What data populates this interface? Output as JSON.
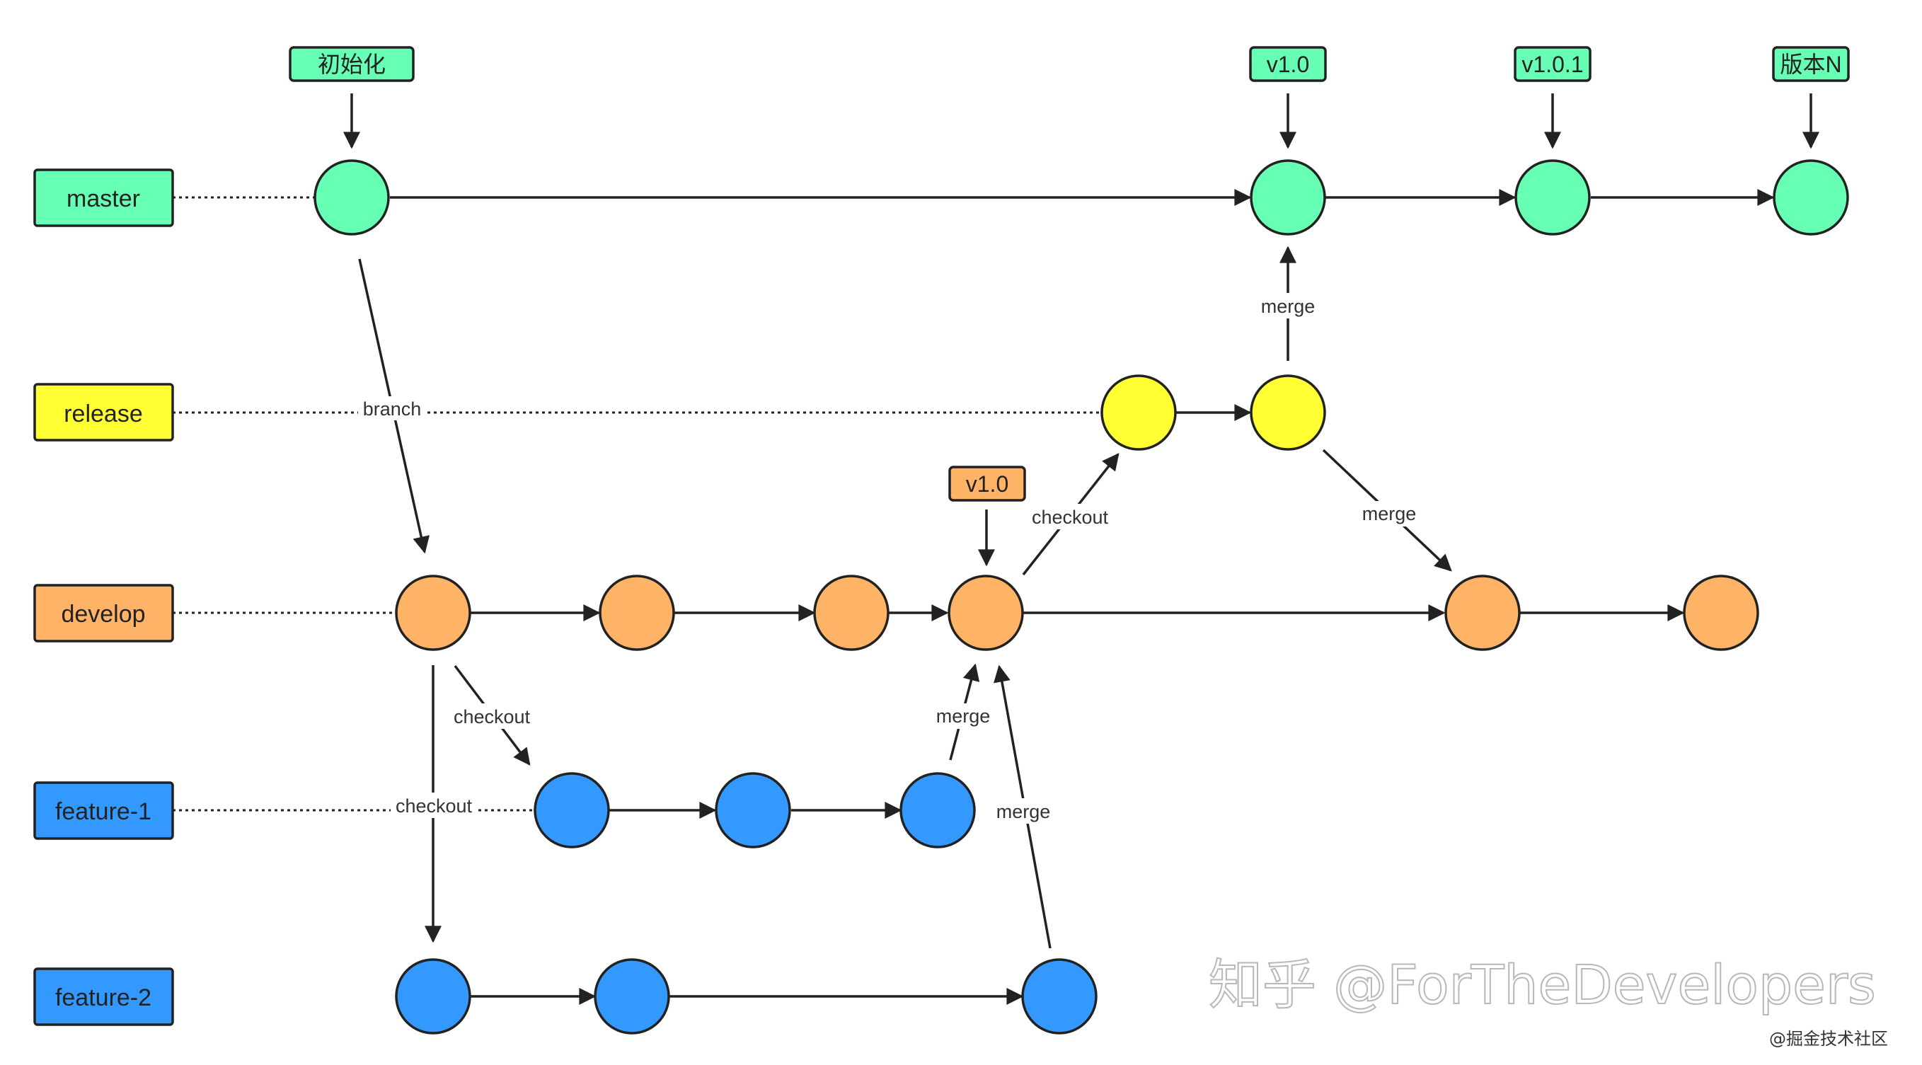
{
  "colors": {
    "master": "#66ffb3",
    "release": "#ffff33",
    "develop": "#ffb366",
    "feature": "#3399ff",
    "stroke": "#222222"
  },
  "lanes": [
    {
      "id": "master",
      "label": "master"
    },
    {
      "id": "release",
      "label": "release"
    },
    {
      "id": "develop",
      "label": "develop"
    },
    {
      "id": "feature1",
      "label": "feature-1"
    },
    {
      "id": "feature2",
      "label": "feature-2"
    }
  ],
  "tags": [
    {
      "id": "init",
      "label": "初始化"
    },
    {
      "id": "v1",
      "label": "v1.0"
    },
    {
      "id": "v101",
      "label": "v1.0.1"
    },
    {
      "id": "vn",
      "label": "版本N"
    },
    {
      "id": "devv1",
      "label": "v1.0"
    }
  ],
  "edge_labels": {
    "branch": "branch",
    "merge_release_master": "merge",
    "checkout_release": "checkout",
    "merge_release_develop": "merge",
    "checkout_feature1": "checkout",
    "checkout_feature2": "checkout",
    "merge_feature1": "merge",
    "merge_feature2": "merge"
  },
  "watermark": {
    "main": "知乎 @ForTheDevelopers",
    "sub": "@掘金技术社区"
  }
}
